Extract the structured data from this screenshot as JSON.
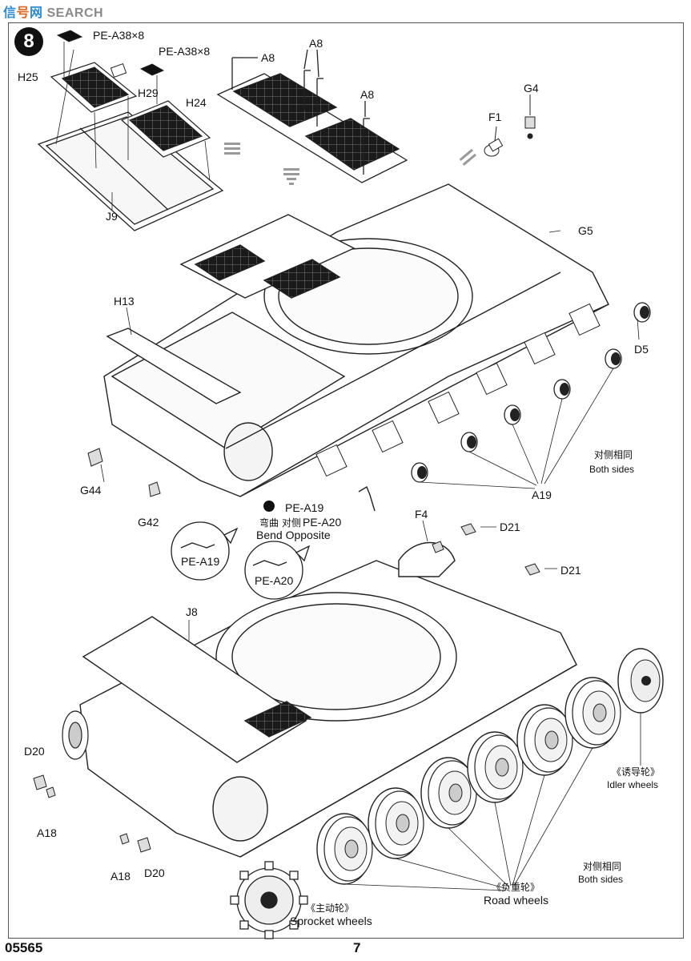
{
  "watermark": {
    "part1": "信",
    "part2": "号",
    "part3": "网",
    "text": "SEARCH"
  },
  "step_number": "8",
  "footer": {
    "code": "05565",
    "page": "7"
  },
  "labels": {
    "pe_a38_1": "PE-A38×8",
    "pe_a38_2": "PE-A38×8",
    "h25": "H25",
    "h29": "H29",
    "h24": "H24",
    "j9": "J9",
    "a8_1": "A8",
    "a8_2": "A8",
    "a8_3": "A8",
    "f1": "F1",
    "g4": "G4",
    "g5": "G5",
    "d5": "D5",
    "h13": "H13",
    "g44": "G44",
    "g42": "G42",
    "a19": "A19",
    "both_sides_cn_1": "对侧相同",
    "both_sides_1": "Both sides",
    "pe_a19": "PE-A19",
    "bend_cn": "弯曲",
    "opposite_cn": "对侧",
    "pe_a20": "PE-A20",
    "bend_opposite": "Bend Opposite",
    "bubble_a19": "PE-A19",
    "bubble_a20": "PE-A20",
    "f4": "F4",
    "d21_1": "D21",
    "d21_2": "D21",
    "j8": "J8",
    "d20_1": "D20",
    "a18_1": "A18",
    "a18_2": "A18",
    "d20_2": "D20",
    "idler_cn": "《诱导轮》",
    "idler": "Idler wheels",
    "both_sides_cn_2": "对侧相同",
    "both_sides_2": "Both sides",
    "road_cn": "《负重轮》",
    "road": "Road  wheels",
    "sprocket_cn": "《主动轮》",
    "sprocket": "Sprocket wheels"
  },
  "colors": {
    "line": "#222222",
    "screen": "#1a1a1a",
    "arrow": "#9a9a9a"
  }
}
